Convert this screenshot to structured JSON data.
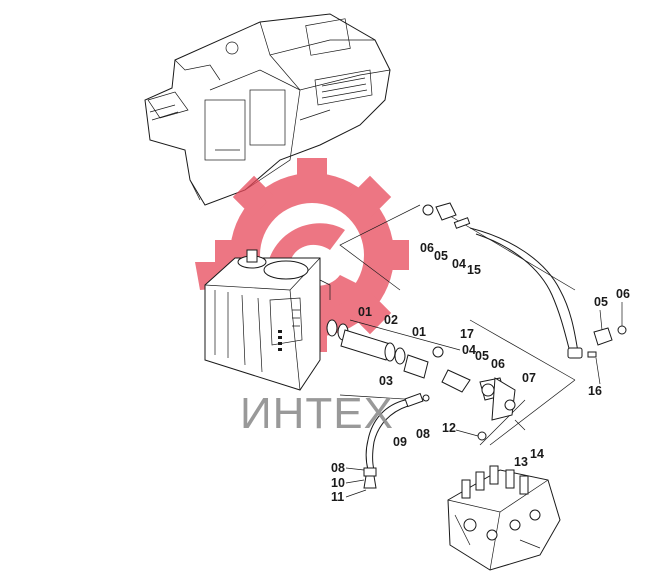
{
  "watermark": {
    "text": "ИНТЕХ",
    "color": "#e8495a"
  },
  "labels": [
    "06",
    "05",
    "04",
    "15",
    "05",
    "06",
    "16",
    "01",
    "02",
    "01",
    "03",
    "17",
    "04",
    "05",
    "06",
    "07",
    "08",
    "09",
    "12",
    "13",
    "14",
    "08",
    "10",
    "11"
  ]
}
